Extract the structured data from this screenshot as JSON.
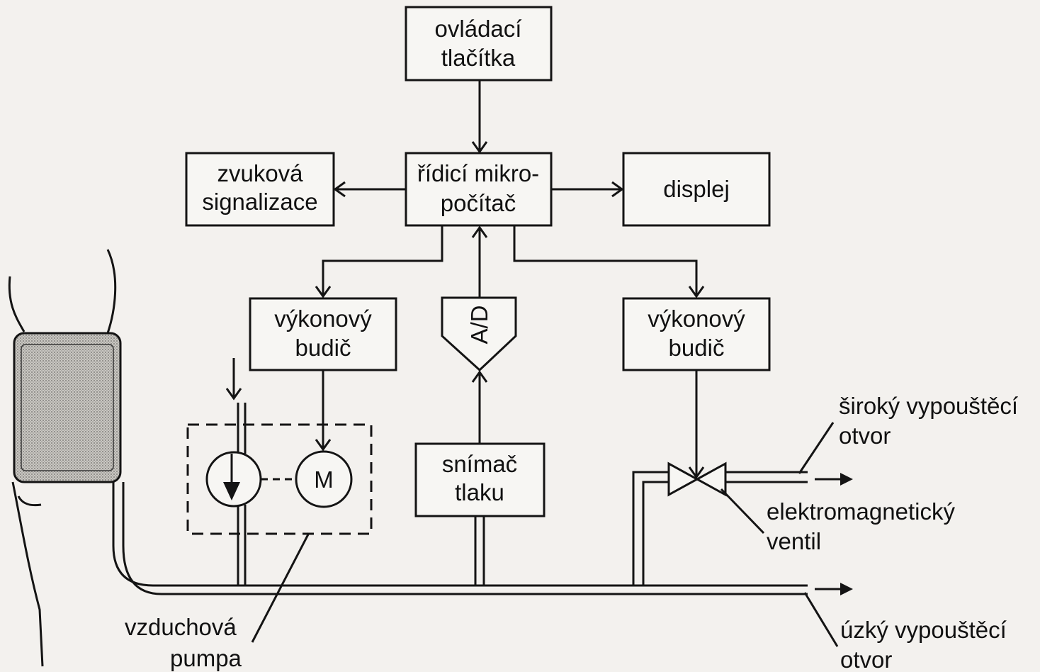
{
  "blocks": {
    "controls": [
      "ovládací",
      "tlačítka"
    ],
    "buzzer": [
      "zvuková",
      "signalizace"
    ],
    "mcu": [
      "řídicí mikro-",
      "počítač"
    ],
    "display": [
      "displej"
    ],
    "driver_left": [
      "výkonový",
      "budič"
    ],
    "driver_right": [
      "výkonový",
      "budič"
    ],
    "adc": "A/D",
    "sensor": [
      "snímač",
      "tlaku"
    ],
    "motor": "M"
  },
  "labels": {
    "wide_outlet": [
      "široký vypouštěcí",
      "otvor"
    ],
    "valve": [
      "elektromagnetický",
      "ventil"
    ],
    "narrow_outlet": [
      "úzký vypouštěcí",
      "otvor"
    ],
    "pump": [
      "vzduchová",
      "pumpa"
    ]
  },
  "colors": {
    "ink": "#141414",
    "paper": "#f3f1ee",
    "cuff": "#b9b7b2"
  }
}
